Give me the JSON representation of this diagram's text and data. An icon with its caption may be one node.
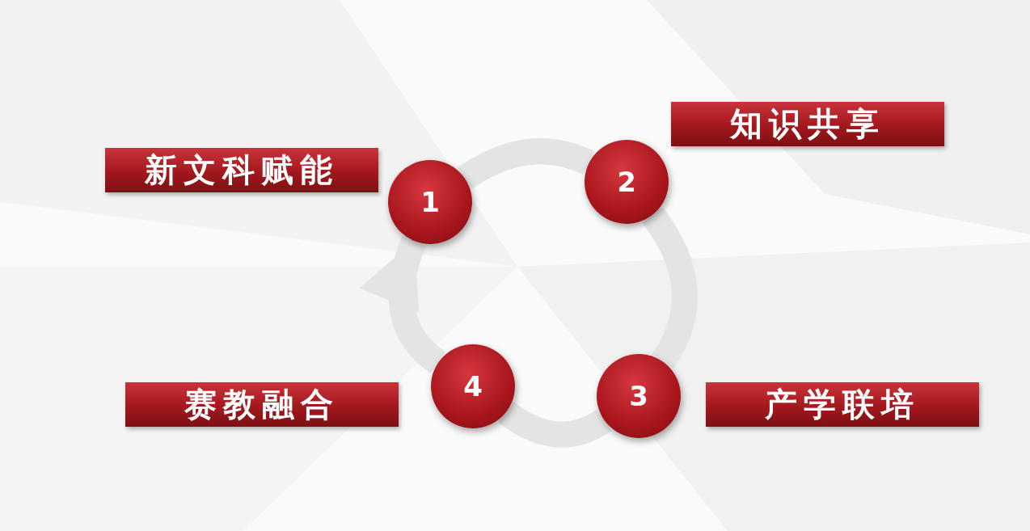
{
  "diagram": {
    "nodes": [
      {
        "text": [
          "知识共享"
        ]
      },
      {
        "text": [
          "新文科赋能"
        ]
      },
      {
        "text": [
          "1"
        ]
      },
      {
        "text": [
          "2"
        ]
      },
      {
        "text": [
          "4"
        ]
      },
      {
        "text": [
          "3"
        ]
      },
      {
        "text": [
          "赛教融合"
        ]
      },
      {
        "text": [
          "产学联培"
        ]
      }
    ],
    "edges": [
      {
        "from": 2,
        "to": 3,
        "arrow": "none"
      },
      {
        "from": 3,
        "to": 5,
        "arrow": "none"
      },
      {
        "from": 5,
        "to": 4,
        "arrow": "none"
      },
      {
        "from": 4,
        "to": 2,
        "arrow": "to"
      }
    ]
  }
}
